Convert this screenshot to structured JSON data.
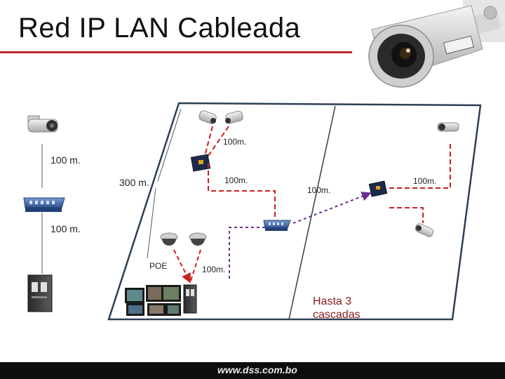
{
  "slide": {
    "title": "Red IP LAN Cableada",
    "footer_url": "www.dss.com.bo",
    "note": "Hasta 3 cascadas"
  },
  "labels": {
    "left_top_distance": "100 m.",
    "left_bottom_distance": "100 m.",
    "trunk_distance": "300 m.",
    "top_cameras_distance": "100m.",
    "top_switch_distance": "100m.",
    "center_link_distance": "100m.",
    "right_link_distance": "100m.",
    "poe_label": "POE",
    "dome_distance": "100m."
  },
  "colors": {
    "title_rule": "#c0282c",
    "link_red": "#cc2020",
    "link_purple": "#6a2d91",
    "floor_outline": "#2e3f55",
    "footer_bg": "#0d0d0d",
    "note_text": "#8b1a1a"
  },
  "icons": [
    "bullet-camera-icon",
    "network-switch-icon",
    "nvr-icon",
    "poe-injector-icon",
    "dome-camera-icon",
    "monitor-wall-icon"
  ]
}
